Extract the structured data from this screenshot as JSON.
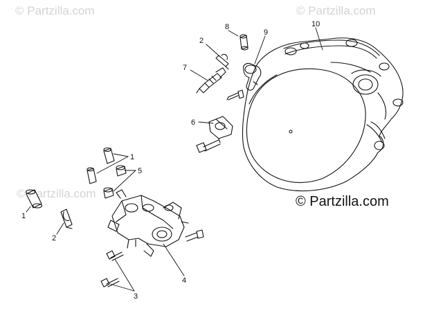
{
  "watermarks": {
    "top_left": "© Partzilla.com",
    "top_right": "© Partzilla.com",
    "mid_left": "© Partzilla.com"
  },
  "brand_mark": "© Partzilla.com",
  "callouts": {
    "c1a": "1",
    "c1b": "1",
    "c2a": "2",
    "c2b": "2",
    "c3": "3",
    "c4": "4",
    "c5": "5",
    "c6": "6",
    "c7": "7",
    "c8": "8",
    "c9": "9",
    "c10": "10"
  },
  "colors": {
    "line": "#111111",
    "watermark": "#d4d4d4"
  }
}
